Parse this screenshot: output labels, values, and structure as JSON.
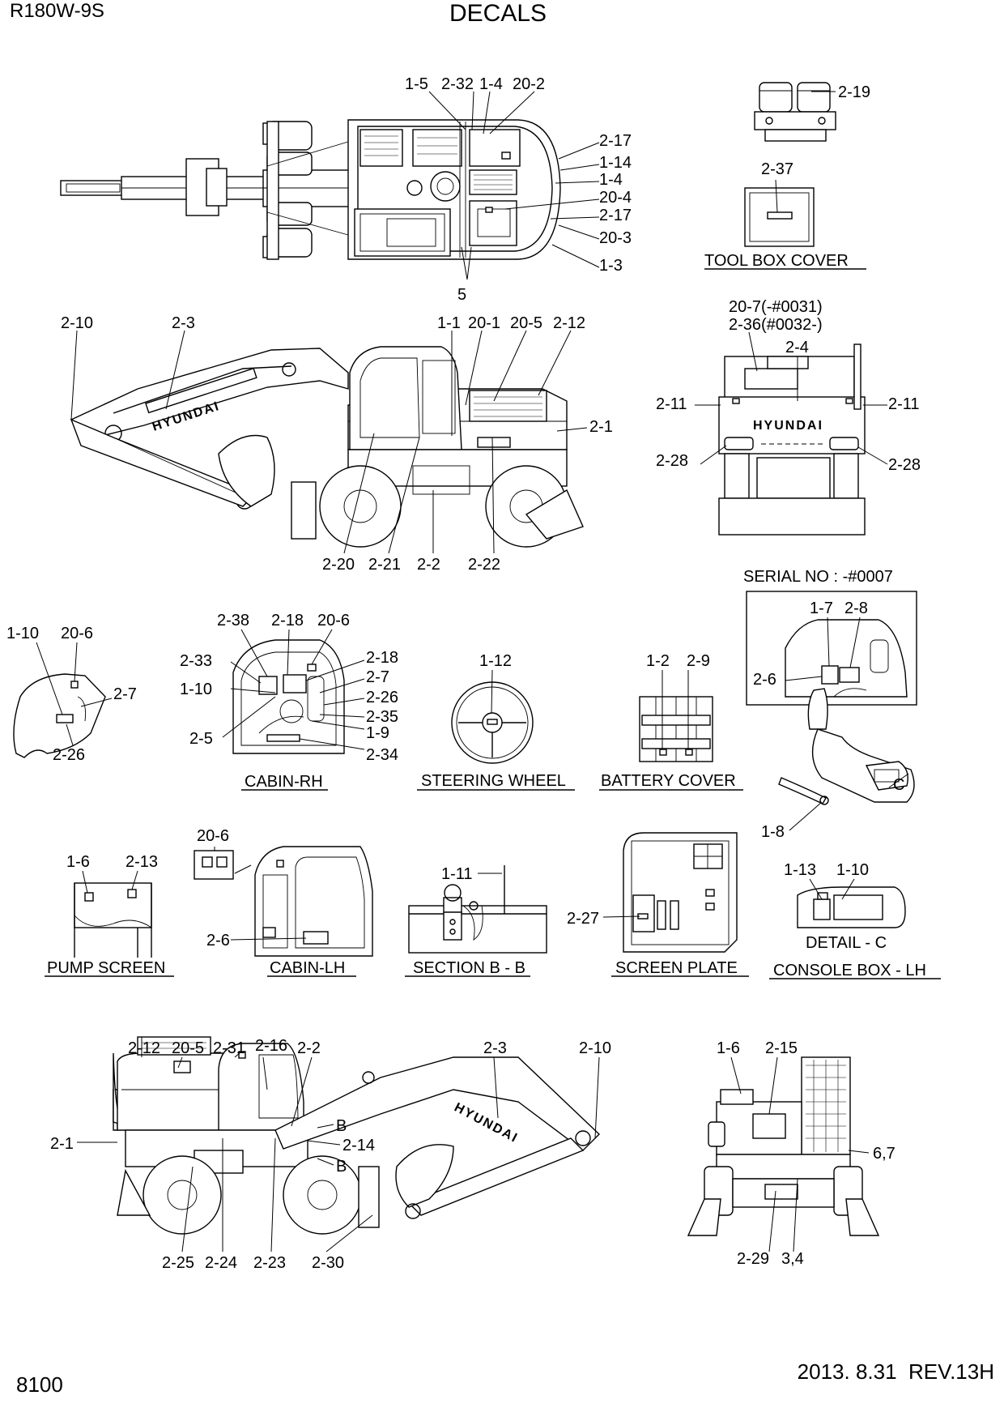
{
  "header": {
    "model": "R180W-9S",
    "title": "DECALS"
  },
  "footer": {
    "page_number": "8100",
    "revision": "2013. 8.31  REV.13H"
  },
  "views": {
    "top": {
      "callouts": [
        "1-5",
        "2-32",
        "1-4",
        "20-2",
        "2-17",
        "1-14",
        "1-4",
        "20-4",
        "2-17",
        "20-3",
        "1-3",
        "5"
      ]
    },
    "side_rh": {
      "callouts": [
        "2-10",
        "2-3",
        "1-1",
        "20-1",
        "20-5",
        "2-12",
        "2-1",
        "2-20",
        "2-21",
        "2-2",
        "2-22"
      ],
      "brand": "HYUNDAI"
    },
    "rear": {
      "callouts": [
        "20-7(-#0031)",
        "2-36(#0032-)",
        "2-4",
        "2-11",
        "2-11",
        "2-28",
        "2-28"
      ],
      "brand": "HYUNDAI"
    },
    "side_lh": {
      "callouts": [
        "2-12",
        "20-5",
        "2-31",
        "2-16",
        "2-2",
        "2-3",
        "2-10",
        "2-1",
        "2-14",
        "B",
        "B",
        "2-25",
        "2-24",
        "2-23",
        "2-30"
      ],
      "brand": "HYUNDAI"
    },
    "front": {
      "callouts": [
        "1-6",
        "2-15",
        "6,7",
        "2-29",
        "3,4"
      ]
    }
  },
  "details": {
    "hydraulic_block": {
      "callouts": [
        "2-19"
      ]
    },
    "tool_box_cover": {
      "caption": "TOOL BOX COVER",
      "callouts": [
        "2-37"
      ]
    },
    "serial_no": {
      "caption": "SERIAL NO : -#0007",
      "callouts": [
        "1-7",
        "2-8",
        "2-6"
      ]
    },
    "window": {
      "callouts": [
        "1-10",
        "20-6",
        "2-7",
        "2-26"
      ]
    },
    "cabin_rh": {
      "caption": "CABIN-RH",
      "callouts": [
        "2-38",
        "2-18",
        "20-6",
        "2-33",
        "2-18",
        "2-7",
        "1-10",
        "2-26",
        "2-35",
        "1-9",
        "2-5",
        "2-34"
      ]
    },
    "steering_wheel": {
      "caption": "STEERING WHEEL",
      "callouts": [
        "1-12"
      ]
    },
    "battery_cover": {
      "caption": "BATTERY COVER",
      "callouts": [
        "1-2",
        "2-9"
      ]
    },
    "joystick": {
      "callouts": [
        "C",
        "1-8"
      ]
    },
    "pump_screen": {
      "caption": "PUMP SCREEN",
      "callouts": [
        "1-6",
        "2-13"
      ]
    },
    "cabin_lh": {
      "caption": "CABIN-LH",
      "callouts": [
        "20-6",
        "2-6"
      ]
    },
    "section_bb": {
      "caption": "SECTION B - B",
      "callouts": [
        "1-11"
      ]
    },
    "screen_plate": {
      "caption": "SCREEN PLATE",
      "callouts": [
        "2-27"
      ]
    },
    "console_box_lh": {
      "caption": "CONSOLE BOX - LH",
      "sub_caption": "DETAIL - C",
      "callouts": [
        "1-13",
        "1-10"
      ]
    }
  }
}
